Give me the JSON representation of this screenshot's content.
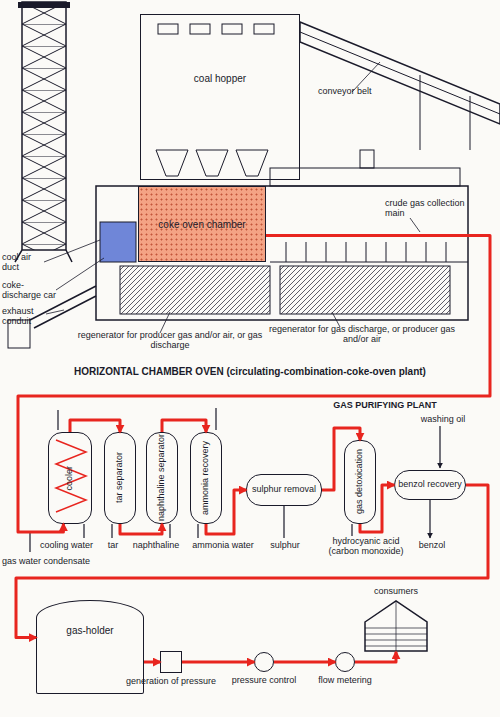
{
  "diagram": {
    "nodes": [
      {
        "text": [
          "coal hopper"
        ]
      },
      {
        "text": [
          "coke oven chamber"
        ]
      },
      {
        "text": [
          "cooler"
        ]
      },
      {
        "text": [
          "tar separator"
        ]
      },
      {
        "text": [
          "naphthaline separator"
        ]
      },
      {
        "text": [
          "ammonia recovery"
        ]
      },
      {
        "text": [
          "sulphur removal"
        ]
      },
      {
        "text": [
          "gas detoxication"
        ]
      },
      {
        "text": [
          "benzol recovery"
        ]
      },
      {
        "text": [
          "gas-holder"
        ]
      },
      {
        "text": [
          "generation of pressure"
        ]
      },
      {
        "text": [
          "pressure control"
        ]
      },
      {
        "text": [
          "flow metering"
        ]
      },
      {
        "text": [
          "consumers"
        ]
      }
    ],
    "edges": [
      {
        "from": 1,
        "to": 2,
        "arrow": "to"
      },
      {
        "from": 2,
        "to": 3,
        "arrow": "to"
      },
      {
        "from": 3,
        "to": 4,
        "arrow": "to"
      },
      {
        "from": 4,
        "to": 5,
        "arrow": "to"
      },
      {
        "from": 5,
        "to": 6,
        "arrow": "to"
      },
      {
        "from": 6,
        "to": 7,
        "arrow": "to"
      },
      {
        "from": 7,
        "to": 8,
        "arrow": "to"
      },
      {
        "from": 8,
        "to": 9,
        "arrow": "to"
      },
      {
        "from": 9,
        "to": 10,
        "arrow": "to"
      },
      {
        "from": 10,
        "to": 11,
        "arrow": "to"
      },
      {
        "from": 11,
        "to": 12,
        "arrow": "to"
      },
      {
        "from": 12,
        "to": 13,
        "arrow": "to"
      }
    ],
    "labels": [
      "conveyor belt",
      "crude gas collection main",
      "cool air duct",
      "coke-discharge car",
      "exhaust conduit",
      "regenerator for producer gas and/or air, or gas discharge",
      "regenerator for gas discharge, or producer gas and/or air",
      "HORIZONTAL CHAMBER OVEN (circulating-combination-coke-oven plant)",
      "GAS PURIFYING PLANT",
      "washing oil",
      "cooling water",
      "gas water condensate",
      "tar",
      "naphthaline",
      "ammonia water",
      "sulphur",
      "hydrocyanic acid (carbon monoxide)",
      "benzol"
    ]
  }
}
